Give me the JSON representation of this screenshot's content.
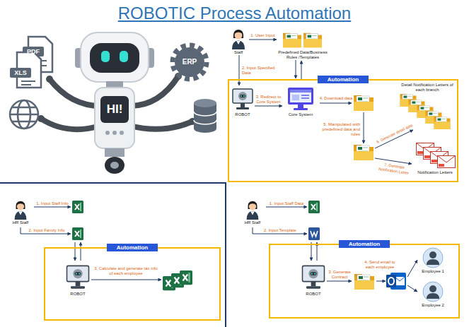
{
  "diagram": {
    "title": "ROBOTIC Process Automation",
    "nodes": [
      {
        "text": [
          "Staff"
        ]
      },
      {
        "text": [
          "Predefined Data/Business Rules /Templates"
        ]
      },
      {
        "text": [
          "Automation"
        ]
      },
      {
        "text": [
          "ROBOT"
        ],
        "in": 2
      },
      {
        "text": [
          "Core System"
        ],
        "in": 2
      },
      {
        "text": [
          "Detail Notification Letters of each branch"
        ],
        "in": 2
      },
      {
        "text": [
          "Notification Letters"
        ],
        "in": 2
      },
      {
        "text": [
          "HR Staff"
        ]
      },
      {
        "text": [
          "Automation"
        ]
      },
      {
        "text": [
          "ROBOT"
        ],
        "in": 8
      },
      {
        "text": [
          "HR Staff"
        ]
      },
      {
        "text": [
          "Automation"
        ]
      },
      {
        "text": [
          "ROBOT"
        ],
        "in": 11
      },
      {
        "text": [
          "Employee 1"
        ],
        "in": 11
      },
      {
        "text": [
          "Employee 2"
        ],
        "in": 11
      }
    ],
    "edges": [
      {
        "from": 0,
        "to": 1,
        "label": "1. User Input",
        "arrow": "to"
      },
      {
        "from": 0,
        "to": 3,
        "label": "2. Input Specified Data",
        "arrow": "to"
      },
      {
        "from": 1,
        "to": 2,
        "arrow": "to"
      },
      {
        "from": 2,
        "to": 1,
        "arrow": "to"
      },
      {
        "from": 3,
        "to": 4,
        "label": "3. Redirect to Core System",
        "arrow": "to"
      }
    ],
    "labels": [
      "XLS",
      "PDF",
      "ERP",
      "HI!",
      "4. Download data",
      "5. Manipulated with predefined data and rules",
      "6. Generate detail data",
      "7. Generate Notification Letter",
      "1. Input Staff Info",
      "2. Input Family Info",
      "3. Calculate and generate tax info of each employee",
      "1. Input Staff Data",
      "2. Input Template",
      "3. Generate Contract",
      "4. Send email to each employee"
    ]
  }
}
